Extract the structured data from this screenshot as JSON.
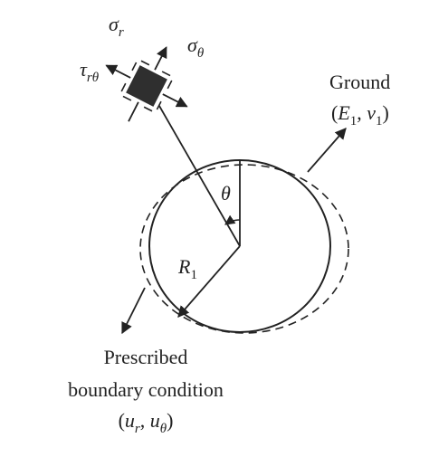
{
  "diagram": {
    "stress_element": {
      "sigma_r": {
        "symbol": "σ",
        "sub": "r"
      },
      "sigma_theta": {
        "symbol": "σ",
        "sub": "θ"
      },
      "tau_r_theta": {
        "symbol": "τ",
        "sub": "rθ"
      }
    },
    "ground": {
      "title": "Ground",
      "open": "(",
      "e_symbol": "E",
      "e_sub": "1",
      "sep": ", ",
      "nu_symbol": "ν",
      "nu_sub": "1",
      "close": ")"
    },
    "angle_label": "θ",
    "radius": {
      "symbol": "R",
      "sub": "1"
    },
    "boundary": {
      "line1": "Prescribed",
      "line2": "boundary condition",
      "open": "(",
      "u1_symbol": "u",
      "u1_sub": "r",
      "sep": ", ",
      "u2_symbol": "u",
      "u2_sub": "θ",
      "close": ")"
    },
    "colors": {
      "ink": "#222222",
      "element_fill": "#2f2f2f"
    }
  }
}
